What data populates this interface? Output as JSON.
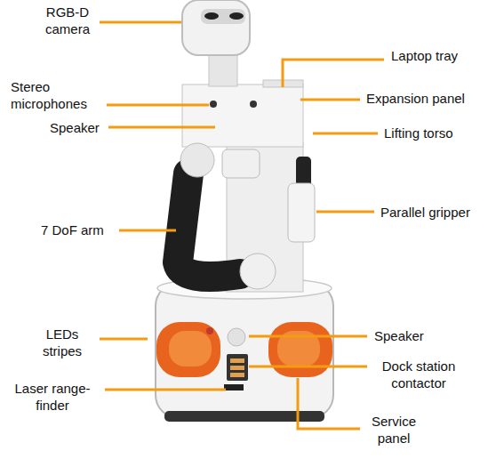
{
  "diagram": {
    "labels": [
      "RGB-D camera",
      "Laptop tray",
      "Stereo microphones",
      "Expansion panel",
      "Speaker",
      "Lifting torso",
      "Parallel gripper",
      "7 DoF arm",
      "LEDs stripes",
      "Speaker",
      "Dock station contactor",
      "Laser range-finder",
      "Service panel"
    ]
  }
}
